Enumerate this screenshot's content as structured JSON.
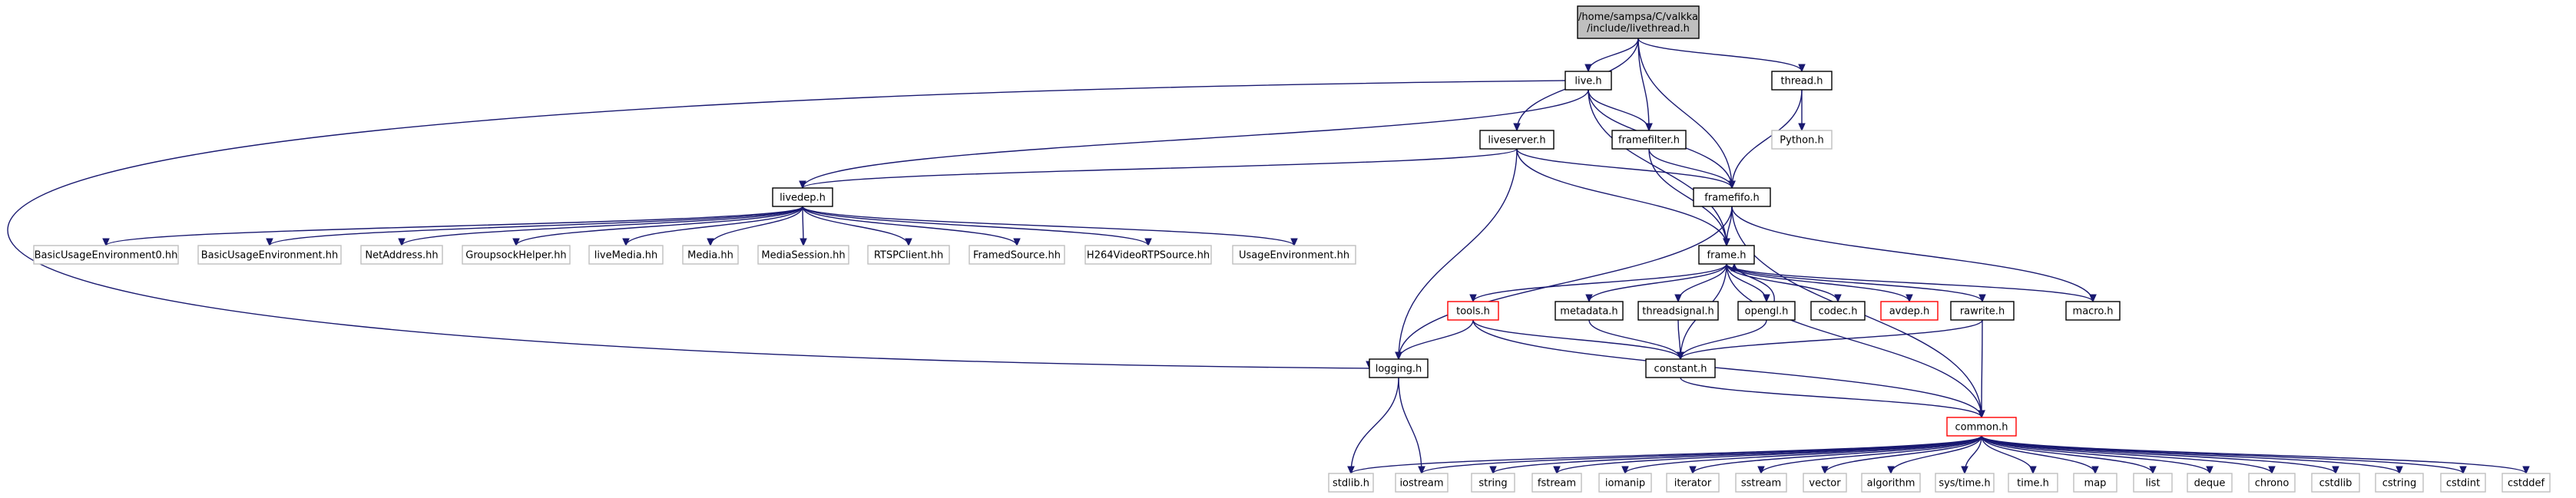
{
  "title": "",
  "colors": {
    "edge": "#191970",
    "border_normal": "#000000",
    "border_external": "#bfbfbf",
    "border_truncated": "#ff0000",
    "fill_root": "#bfbfbf",
    "fill_normal": "#ffffff",
    "text_normal": "#000000",
    "text_external": "#000000"
  },
  "nodes": [
    {
      "id": "root",
      "kind": "root",
      "lines": [
        "/home/sampsa/C/valkka",
        "/include/livethread.h"
      ]
    },
    {
      "id": "live_h",
      "kind": "normal",
      "lines": [
        "live.h"
      ]
    },
    {
      "id": "thread_h",
      "kind": "normal",
      "lines": [
        "thread.h"
      ]
    },
    {
      "id": "liveserver_h",
      "kind": "normal",
      "lines": [
        "liveserver.h"
      ]
    },
    {
      "id": "framefilter_h",
      "kind": "normal",
      "lines": [
        "framefilter.h"
      ]
    },
    {
      "id": "python_h",
      "kind": "external",
      "lines": [
        "Python.h"
      ]
    },
    {
      "id": "livedep_h",
      "kind": "normal",
      "lines": [
        "livedep.h"
      ]
    },
    {
      "id": "framefifo_h",
      "kind": "normal",
      "lines": [
        "framefifo.h"
      ]
    },
    {
      "id": "bue0",
      "kind": "external",
      "lines": [
        "BasicUsageEnvironment0.hh"
      ]
    },
    {
      "id": "bue",
      "kind": "external",
      "lines": [
        "BasicUsageEnvironment.hh"
      ]
    },
    {
      "id": "netaddress",
      "kind": "external",
      "lines": [
        "NetAddress.hh"
      ]
    },
    {
      "id": "groupsock",
      "kind": "external",
      "lines": [
        "GroupsockHelper.hh"
      ]
    },
    {
      "id": "livemedia",
      "kind": "external",
      "lines": [
        "liveMedia.hh"
      ]
    },
    {
      "id": "media",
      "kind": "external",
      "lines": [
        "Media.hh"
      ]
    },
    {
      "id": "mediasession",
      "kind": "external",
      "lines": [
        "MediaSession.hh"
      ]
    },
    {
      "id": "rtspclient",
      "kind": "external",
      "lines": [
        "RTSPClient.hh"
      ]
    },
    {
      "id": "framedsource",
      "kind": "external",
      "lines": [
        "FramedSource.hh"
      ]
    },
    {
      "id": "h264",
      "kind": "external",
      "lines": [
        "H264VideoRTPSource.hh"
      ]
    },
    {
      "id": "usageenv",
      "kind": "external",
      "lines": [
        "UsageEnvironment.hh"
      ]
    },
    {
      "id": "frame_h",
      "kind": "normal",
      "lines": [
        "frame.h"
      ]
    },
    {
      "id": "macro_h",
      "kind": "normal",
      "lines": [
        "macro.h"
      ]
    },
    {
      "id": "tools_h",
      "kind": "truncated",
      "lines": [
        "tools.h"
      ]
    },
    {
      "id": "metadata_h",
      "kind": "normal",
      "lines": [
        "metadata.h"
      ]
    },
    {
      "id": "threadsignal_h",
      "kind": "normal",
      "lines": [
        "threadsignal.h"
      ]
    },
    {
      "id": "opengl_h",
      "kind": "normal",
      "lines": [
        "opengl.h"
      ]
    },
    {
      "id": "codec_h",
      "kind": "normal",
      "lines": [
        "codec.h"
      ]
    },
    {
      "id": "avdep_h",
      "kind": "truncated",
      "lines": [
        "avdep.h"
      ]
    },
    {
      "id": "rawrite_h",
      "kind": "normal",
      "lines": [
        "rawrite.h"
      ]
    },
    {
      "id": "logging_h",
      "kind": "normal",
      "lines": [
        "logging.h"
      ]
    },
    {
      "id": "constant_h",
      "kind": "normal",
      "lines": [
        "constant.h"
      ]
    },
    {
      "id": "common_h",
      "kind": "truncated",
      "lines": [
        "common.h"
      ]
    },
    {
      "id": "stdlib_h",
      "kind": "external",
      "lines": [
        "stdlib.h"
      ]
    },
    {
      "id": "iostream",
      "kind": "external",
      "lines": [
        "iostream"
      ]
    },
    {
      "id": "string",
      "kind": "external",
      "lines": [
        "string"
      ]
    },
    {
      "id": "fstream",
      "kind": "external",
      "lines": [
        "fstream"
      ]
    },
    {
      "id": "iomanip",
      "kind": "external",
      "lines": [
        "iomanip"
      ]
    },
    {
      "id": "iterator",
      "kind": "external",
      "lines": [
        "iterator"
      ]
    },
    {
      "id": "sstream",
      "kind": "external",
      "lines": [
        "sstream"
      ]
    },
    {
      "id": "vector",
      "kind": "external",
      "lines": [
        "vector"
      ]
    },
    {
      "id": "algorithm",
      "kind": "external",
      "lines": [
        "algorithm"
      ]
    },
    {
      "id": "systime_h",
      "kind": "external",
      "lines": [
        "sys/time.h"
      ]
    },
    {
      "id": "time_h",
      "kind": "external",
      "lines": [
        "time.h"
      ]
    },
    {
      "id": "map",
      "kind": "external",
      "lines": [
        "map"
      ]
    },
    {
      "id": "list",
      "kind": "external",
      "lines": [
        "list"
      ]
    },
    {
      "id": "deque",
      "kind": "external",
      "lines": [
        "deque"
      ]
    },
    {
      "id": "chrono",
      "kind": "external",
      "lines": [
        "chrono"
      ]
    },
    {
      "id": "cstdlib",
      "kind": "external",
      "lines": [
        "cstdlib"
      ]
    },
    {
      "id": "cstring",
      "kind": "external",
      "lines": [
        "cstring"
      ]
    },
    {
      "id": "cstdint",
      "kind": "external",
      "lines": [
        "cstdint"
      ]
    },
    {
      "id": "cstddef",
      "kind": "external",
      "lines": [
        "cstddef"
      ]
    }
  ],
  "edges": [
    [
      "root",
      "live_h"
    ],
    [
      "root",
      "thread_h"
    ],
    [
      "root",
      "liveserver_h"
    ],
    [
      "root",
      "framefilter_h"
    ],
    [
      "root",
      "framefifo_h"
    ],
    [
      "live_h",
      "livedep_h"
    ],
    [
      "live_h",
      "logging_h"
    ],
    [
      "live_h",
      "framefilter_h"
    ],
    [
      "live_h",
      "framefifo_h"
    ],
    [
      "live_h",
      "frame_h"
    ],
    [
      "thread_h",
      "python_h"
    ],
    [
      "thread_h",
      "framefifo_h"
    ],
    [
      "liveserver_h",
      "livedep_h"
    ],
    [
      "liveserver_h",
      "framefifo_h"
    ],
    [
      "liveserver_h",
      "frame_h"
    ],
    [
      "liveserver_h",
      "logging_h"
    ],
    [
      "framefilter_h",
      "framefifo_h"
    ],
    [
      "framefilter_h",
      "frame_h"
    ],
    [
      "livedep_h",
      "bue0"
    ],
    [
      "livedep_h",
      "bue"
    ],
    [
      "livedep_h",
      "netaddress"
    ],
    [
      "livedep_h",
      "groupsock"
    ],
    [
      "livedep_h",
      "livemedia"
    ],
    [
      "livedep_h",
      "media"
    ],
    [
      "livedep_h",
      "mediasession"
    ],
    [
      "livedep_h",
      "rtspclient"
    ],
    [
      "livedep_h",
      "framedsource"
    ],
    [
      "livedep_h",
      "h264"
    ],
    [
      "livedep_h",
      "usageenv"
    ],
    [
      "framefifo_h",
      "frame_h"
    ],
    [
      "framefifo_h",
      "macro_h"
    ],
    [
      "framefifo_h",
      "logging_h"
    ],
    [
      "framefifo_h",
      "common_h"
    ],
    [
      "frame_h",
      "tools_h"
    ],
    [
      "frame_h",
      "metadata_h"
    ],
    [
      "frame_h",
      "threadsignal_h"
    ],
    [
      "frame_h",
      "opengl_h"
    ],
    [
      "frame_h",
      "codec_h"
    ],
    [
      "frame_h",
      "avdep_h"
    ],
    [
      "frame_h",
      "rawrite_h"
    ],
    [
      "frame_h",
      "macro_h"
    ],
    [
      "frame_h",
      "constant_h"
    ],
    [
      "frame_h",
      "common_h"
    ],
    [
      "opengl_h",
      "frame_h"
    ],
    [
      "opengl_h",
      "constant_h"
    ],
    [
      "tools_h",
      "logging_h"
    ],
    [
      "tools_h",
      "constant_h"
    ],
    [
      "tools_h",
      "common_h"
    ],
    [
      "metadata_h",
      "constant_h"
    ],
    [
      "threadsignal_h",
      "constant_h"
    ],
    [
      "rawrite_h",
      "constant_h"
    ],
    [
      "rawrite_h",
      "common_h"
    ],
    [
      "logging_h",
      "stdlib_h"
    ],
    [
      "logging_h",
      "iostream"
    ],
    [
      "constant_h",
      "common_h"
    ],
    [
      "common_h",
      "stdlib_h"
    ],
    [
      "common_h",
      "iostream"
    ],
    [
      "common_h",
      "string"
    ],
    [
      "common_h",
      "fstream"
    ],
    [
      "common_h",
      "iomanip"
    ],
    [
      "common_h",
      "iterator"
    ],
    [
      "common_h",
      "sstream"
    ],
    [
      "common_h",
      "vector"
    ],
    [
      "common_h",
      "algorithm"
    ],
    [
      "common_h",
      "systime_h"
    ],
    [
      "common_h",
      "time_h"
    ],
    [
      "common_h",
      "map"
    ],
    [
      "common_h",
      "list"
    ],
    [
      "common_h",
      "deque"
    ],
    [
      "common_h",
      "chrono"
    ],
    [
      "common_h",
      "cstdlib"
    ],
    [
      "common_h",
      "cstring"
    ],
    [
      "common_h",
      "cstdint"
    ],
    [
      "common_h",
      "cstddef"
    ]
  ]
}
